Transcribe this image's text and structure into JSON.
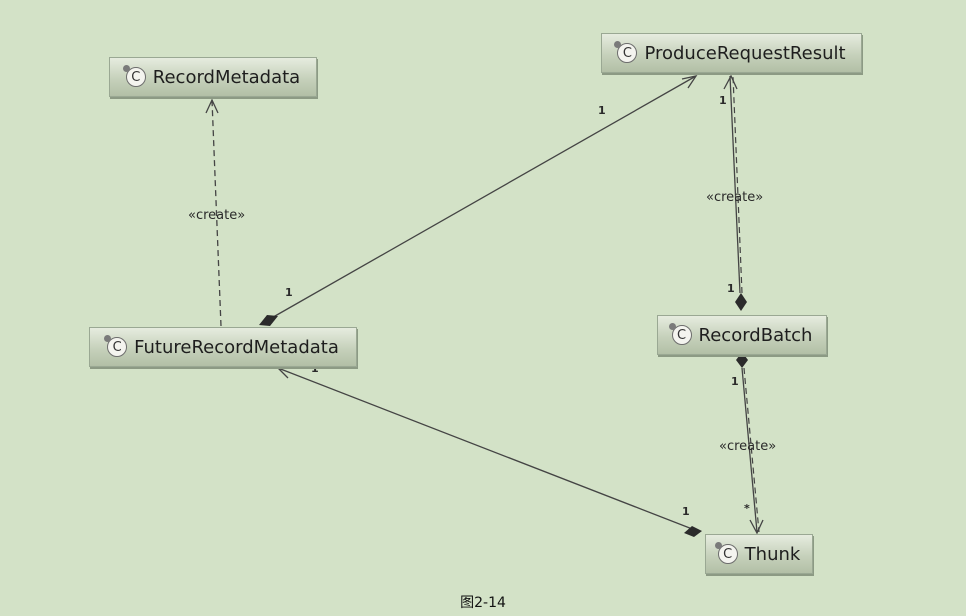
{
  "classes": {
    "record_metadata": "RecordMetadata",
    "produce_request_result": "ProduceRequestResult",
    "future_record_metadata": "FutureRecordMetadata",
    "record_batch": "RecordBatch",
    "thunk": "Thunk"
  },
  "class_icon_glyph": "C",
  "relations": {
    "frm_to_rm": {
      "label": "«create»"
    },
    "frm_to_prr": {
      "source_multiplicity": "1",
      "target_multiplicity": "1"
    },
    "rb_to_prr": {
      "label": "«create»",
      "source_multiplicity": "1",
      "target_multiplicity": "1"
    },
    "thunk_to_frm": {
      "source_multiplicity": "1",
      "target_multiplicity": "1"
    },
    "rb_to_thunk": {
      "label": "«create»",
      "source_multiplicity": "1",
      "target_multiplicity": "*"
    }
  },
  "caption": "图2-14"
}
